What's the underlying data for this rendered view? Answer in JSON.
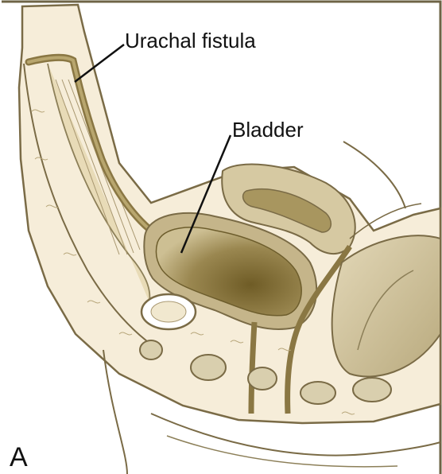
{
  "labels": {
    "urachal_fistula": "Urachal fistula",
    "bladder": "Bladder",
    "panel_letter": "A"
  },
  "colors": {
    "background": "#ffffff",
    "tissue_fill": "#f6edd9",
    "tissue_outline": "#7a6b46",
    "duct_fill": "#a8965f",
    "bladder_dark": "#7d6a33",
    "bladder_light": "#c9b98a",
    "bowel_fill": "#cfc2a0",
    "bone_fill": "#d9cfae",
    "frame": "#6e6446"
  }
}
